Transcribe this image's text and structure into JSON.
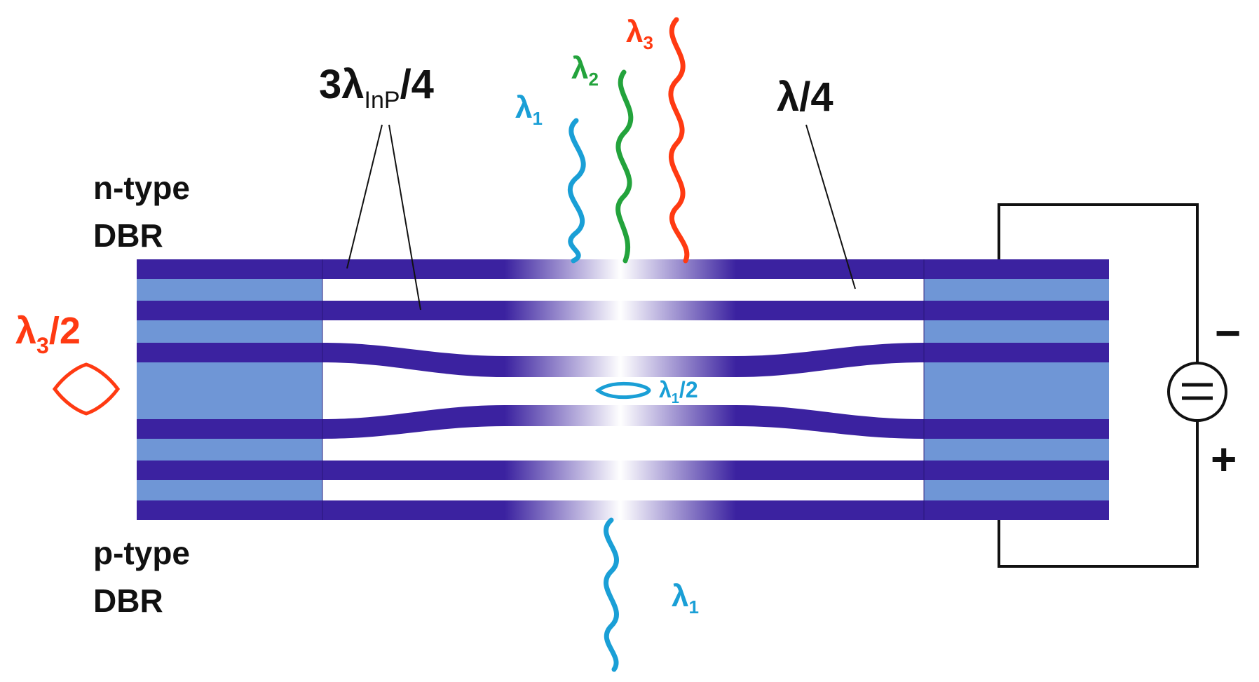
{
  "labels": {
    "n_dbr_line1": "n-type",
    "n_dbr_line2": "DBR",
    "p_dbr_line1": "p-type",
    "p_dbr_line2": "DBR",
    "three_quarter": {
      "main": "3λ",
      "sub": "InP",
      "tail": "/4"
    },
    "quarter": "λ/4",
    "lambda3_half": {
      "main": "λ",
      "sub": "3",
      "tail": "/2"
    },
    "lambda1_half": {
      "main": "λ",
      "sub": "1",
      "tail": "/2"
    },
    "lambda1_top": {
      "main": "λ",
      "sub": "1"
    },
    "lambda2_top": {
      "main": "λ",
      "sub": "2"
    },
    "lambda3_top": {
      "main": "λ",
      "sub": "3"
    },
    "lambda1_bottom": {
      "main": "λ",
      "sub": "1"
    },
    "minus_sign": "−",
    "plus_sign": "+"
  },
  "colors": {
    "dark_layer": "#3b22a0",
    "light_layer": "#6f96d6",
    "lambda1": "#1a9fd6",
    "lambda2": "#23a33c",
    "lambda3": "#ff3a12",
    "glow": "#ffffff",
    "line": "#111111"
  }
}
